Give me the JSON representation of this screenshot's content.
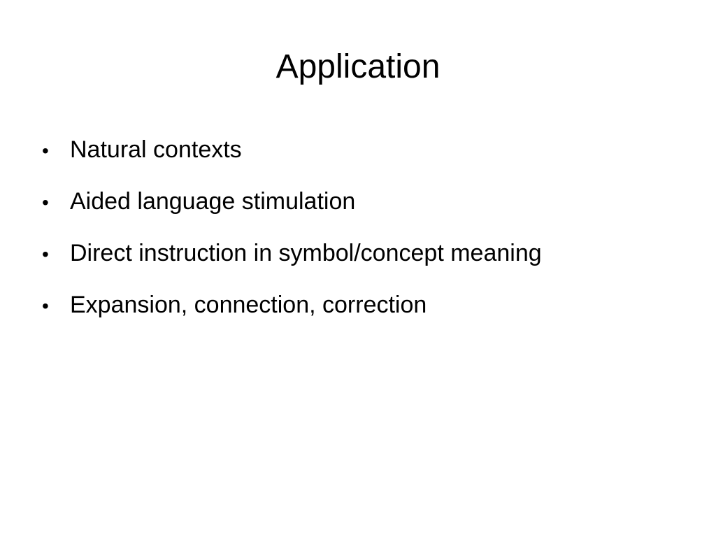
{
  "slide": {
    "title": "Application",
    "bullets": [
      {
        "bullet_symbol": "•",
        "text": "Natural contexts"
      },
      {
        "bullet_symbol": "•",
        "text": "Aided language stimulation"
      },
      {
        "bullet_symbol": "•",
        "text": "Direct instruction in symbol/concept meaning"
      },
      {
        "bullet_symbol": "•",
        "text": "Expansion, connection, correction"
      }
    ]
  }
}
